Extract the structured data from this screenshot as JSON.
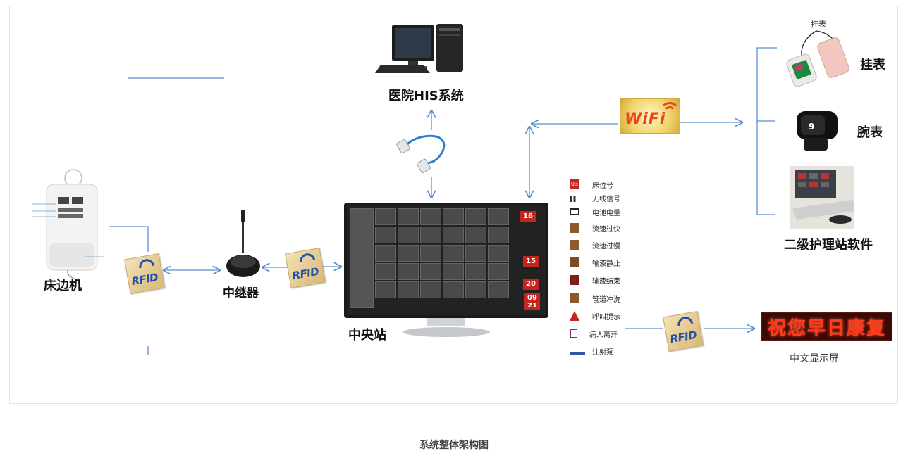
{
  "labels": {
    "his": "医院HIS系统",
    "bedside": "床边机",
    "relay": "中继器",
    "central": "中央站",
    "pendant": "挂表",
    "pendant_tag": "挂表",
    "wristwatch": "腕表",
    "nurse_station": "二级护理站软件",
    "display": "中文显示屏"
  },
  "badges": {
    "rfid": "RFID",
    "wifi": "WiFi"
  },
  "led_text": "祝您早日康复",
  "legend": [
    {
      "label": "床位号",
      "icon": "bed-number-icon"
    },
    {
      "label": "无线信号",
      "icon": "wireless-signal-icon"
    },
    {
      "label": "电池电量",
      "icon": "battery-icon"
    },
    {
      "label": "流速过快",
      "icon": "flow-fast-icon"
    },
    {
      "label": "流速过慢",
      "icon": "flow-slow-icon"
    },
    {
      "label": "输液静止",
      "icon": "infusion-stopped-icon"
    },
    {
      "label": "输液结束",
      "icon": "infusion-finished-icon"
    },
    {
      "label": "管道冲洗",
      "icon": "pipe-flush-icon"
    },
    {
      "label": "呼叫提示",
      "icon": "call-bell-icon"
    },
    {
      "label": "病人离开",
      "icon": "patient-leave-icon"
    },
    {
      "label": "注射泵",
      "icon": "syringe-pump-icon"
    }
  ],
  "legend_number": "03",
  "screen_numbers": [
    "16",
    "15",
    "20",
    "09",
    "21"
  ],
  "caption": "系统整体架构图",
  "colors": {
    "connector": "#5b8fd1",
    "alert_red": "#c4251d",
    "wifi_red": "#e8471f",
    "led_red": "#ff3b1e"
  }
}
